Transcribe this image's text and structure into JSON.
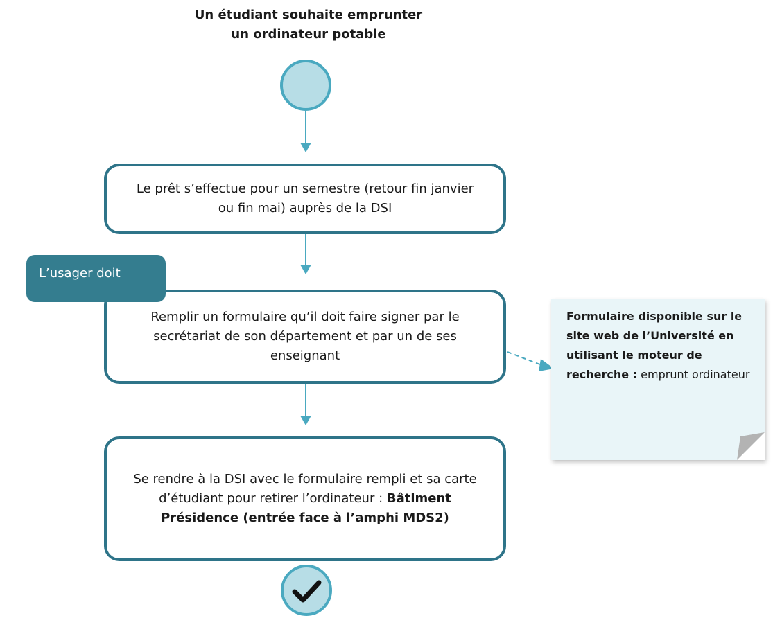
{
  "title": {
    "line1": "Un étudiant souhaite emprunter",
    "line2": "un ordinateur potable"
  },
  "steps": [
    {
      "text": "Le prêt s’effectue pour un semestre (retour fin janvier ou fin mai) auprès de la DSI"
    },
    {
      "text": "Remplir un formulaire qu’il doit faire signer par le secrétariat de son département et par un de ses enseignant"
    },
    {
      "text_prefix": "Se rendre à la DSI avec le formulaire rempli et sa carte d’étudiant pour retirer l’ordinateur : ",
      "text_bold": "Bâtiment Présidence (entrée face à l’amphi MDS2)"
    }
  ],
  "tag_label": "L’usager doit",
  "note": {
    "bold": "Formulaire disponible sur le site web de l’Université en utilisant le moteur de recherche :",
    "normal": " emprunt ordinateur"
  },
  "colors": {
    "box_border": "#2e7489",
    "circle_fill": "#b7dde6",
    "circle_border": "#4aa9c0",
    "connector": "#4aa9c0",
    "tag_fill": "#347d8f",
    "note_fill": "#e9f5f8"
  },
  "icons": {
    "end": "check-icon"
  }
}
